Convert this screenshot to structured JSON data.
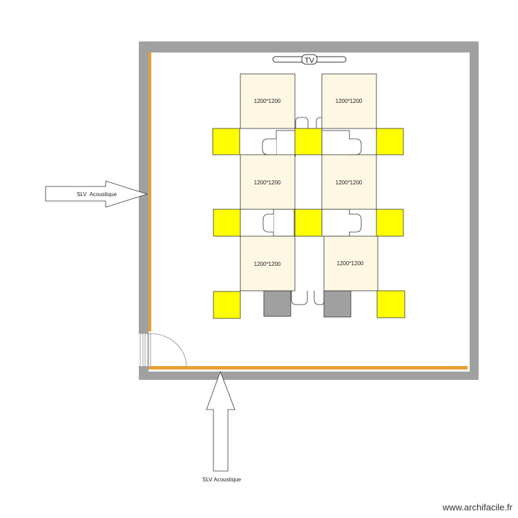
{
  "room": {
    "tv_label": "TV",
    "table_label": "1200*1200"
  },
  "arrows": {
    "left_label": "SLV  Acoustique",
    "bottom_label": "SLV Acoustique"
  },
  "colors": {
    "wall": "#a0a0a0",
    "acoustic_strip": "#e8a030",
    "table_fill": "#fdf7e4",
    "panel_yellow": "#ffff00",
    "panel_grey": "#a0a0a0"
  },
  "footer": {
    "watermark": "www.archifacile.fr"
  }
}
